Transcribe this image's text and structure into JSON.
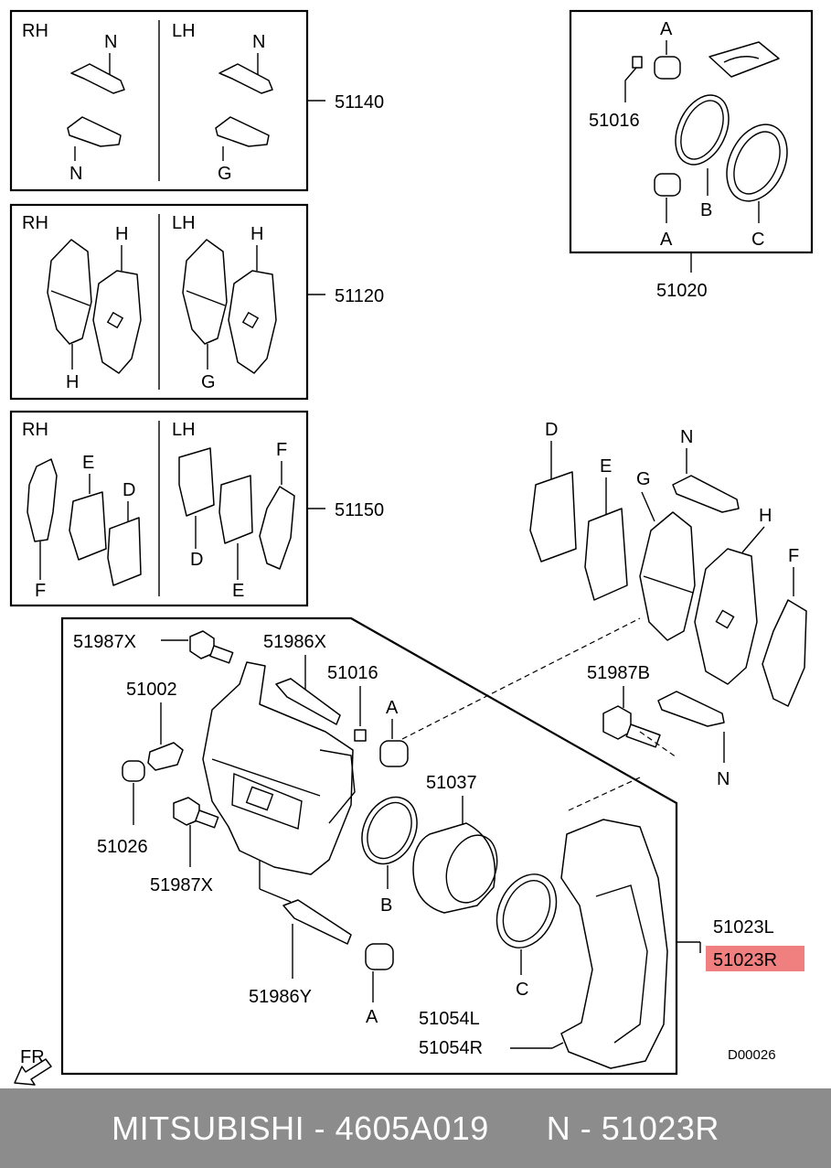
{
  "panels": {
    "clips": {
      "rh": "RH",
      "lh": "LH",
      "rh_top": "N",
      "rh_bottom": "N",
      "lh_top": "N",
      "lh_bottom": "G",
      "part": "51140"
    },
    "pads": {
      "rh": "RH",
      "lh": "LH",
      "rh_top": "H",
      "rh_bottom": "H",
      "lh_top": "H",
      "lh_bottom": "G",
      "part": "51120"
    },
    "shims": {
      "rh": "RH",
      "lh": "LH",
      "rh_e": "E",
      "rh_d": "D",
      "rh_f": "F",
      "lh_f": "F",
      "lh_d": "D",
      "lh_e": "E",
      "part": "51150"
    },
    "seal_kit": {
      "a_top": "A",
      "part_16": "51016",
      "b": "B",
      "a_bottom": "A",
      "c": "C",
      "part": "51020"
    }
  },
  "exploded": {
    "d": "D",
    "e": "E",
    "g": "G",
    "n_top": "N",
    "h": "H",
    "f": "F",
    "bolt_b": "51987B",
    "n_bottom": "N"
  },
  "caliper": {
    "bolt_x_top": "51987X",
    "pin_x": "51986X",
    "bleeder": "51002",
    "part_16": "51016",
    "a_top": "A",
    "cap": "51026",
    "bolt_x_bottom": "51987X",
    "piston": "51037",
    "b": "B",
    "pin_y": "51986Y",
    "a_bottom": "A",
    "c": "C",
    "support_l": "51054L",
    "support_r": "51054R",
    "caliper_l": "51023L",
    "caliper_r": "51023R",
    "fr": "FR",
    "ref": "D00026"
  },
  "highlight_color": "#f08080",
  "footer": "MITSUBISHI - 4605A019      N - 51023R"
}
